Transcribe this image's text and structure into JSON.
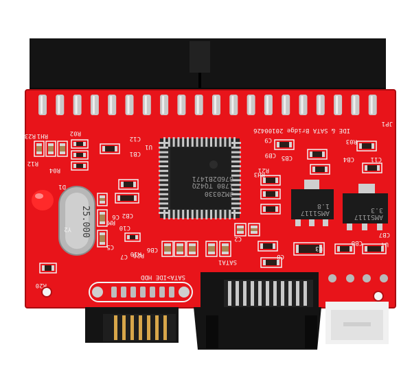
{
  "board": {
    "pcb_color": "#e8141a",
    "silkscreen_color": "#f2f2f2",
    "title_silk": "IDE & SATA Bridge 20100426",
    "jumper_label": "JP1",
    "usb_label": "SATA>IDE HDD",
    "sata_label": "SATA1"
  },
  "chip": {
    "line1": "JM20330",
    "line2": "1780 TQ4ZQ",
    "line3": "876D2B1471"
  },
  "crystal": {
    "value": "25.000"
  },
  "regulators": [
    {
      "line1": "AMS1117",
      "line2": "1.8"
    },
    {
      "line1": "AMS1117",
      "line2": "3.3"
    }
  ],
  "component_labels": [
    "R23",
    "RH1",
    "R02",
    "R12",
    "C12",
    "CB1",
    "U1",
    "C9",
    "CB9",
    "R21",
    "RH3",
    "CB5",
    "R03",
    "CB4",
    "C11",
    "CB8",
    "R04",
    "D1",
    "Y2",
    "CB2",
    "C10",
    "C6",
    "RM",
    "C5",
    "C7",
    "R10",
    "CB6",
    "C2",
    "R20",
    "C8",
    "U3",
    "U4",
    "CB7",
    "R20"
  ],
  "colors": {
    "connector_black": "#141414",
    "gold_pin": "#d8a64a",
    "silver_pin": "#c9c9c9",
    "chip_body": "#1d1d1d",
    "led_red": "#ff2a2a",
    "crystal_metal": "#b7b7b7",
    "white_connector": "#f1f1f1"
  }
}
